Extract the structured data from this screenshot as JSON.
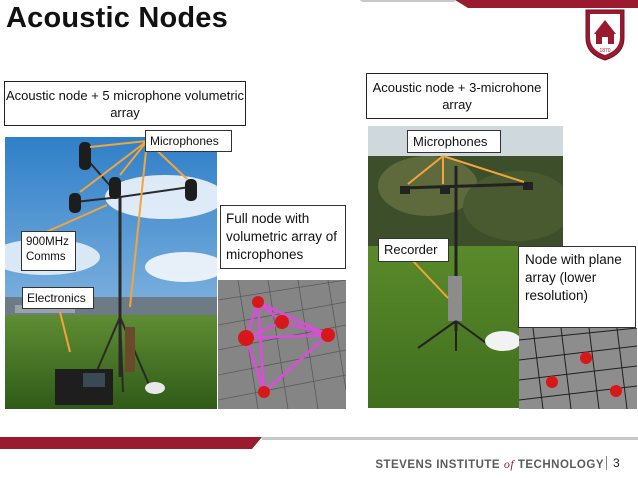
{
  "slide": {
    "title": "Acoustic Nodes",
    "page_number": "3",
    "brand": {
      "name": "STEVENS INSTITUTE ",
      "of": "of",
      "name_end": " TECHNOLOGY"
    },
    "seal_year": "1870",
    "colors": {
      "accent": "#9a1b2f",
      "title": "#111111"
    }
  },
  "left": {
    "caption": "Acoustic node + 5 microphone volumetric array",
    "labels": {
      "microphones": "Microphones",
      "comms": "900MHz Comms",
      "electronics": "Electronics",
      "full_node": "Full node with volumetric array of microphones"
    }
  },
  "right": {
    "caption": "Acoustic node + 3-microhone array",
    "labels": {
      "microphones": "Microphones",
      "recorder": "Recorder",
      "node_plane": "Node with plane array (lower resolution)"
    }
  }
}
